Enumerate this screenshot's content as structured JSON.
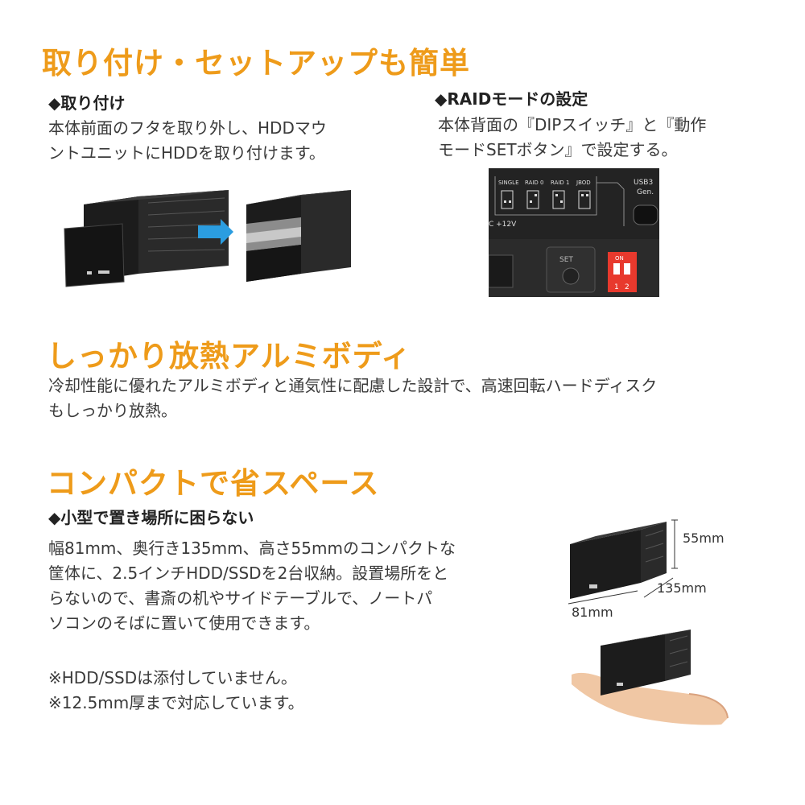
{
  "section1": {
    "title": "取り付け・セットアップも簡単",
    "install": {
      "heading": "◆取り付け",
      "body": "本体前面のフタを取り外し、HDDマウ\nントユニットにHDDを取り付けます。"
    },
    "raid": {
      "heading": "◆RAIDモードの設定",
      "body": "本体背面の『DIPスイッチ』と『動作\nモードSETボタン』で設定する。",
      "panel": {
        "labels": [
          "SINGLE",
          "RAID 0",
          "RAID 1",
          "JBOD"
        ],
        "usb": "USB3",
        "usb2": "Gen.",
        "power": "C +12V",
        "set": "SET",
        "on": "ON",
        "n1": "1",
        "n2": "2"
      }
    }
  },
  "section2": {
    "title": "しっかり放熱アルミボディ",
    "body": "冷却性能に優れたアルミボディと通気性に配慮した設計で、高速回転ハードディスク\nもしっかり放熱。"
  },
  "section3": {
    "title": "コンパクトで省スペース",
    "heading": "◆小型で置き場所に困らない",
    "body": "幅81mm、奥行き135mm、高さ55mmのコンパクトな\n筐体に、2.5インチHDD/SSDを2台収納。設置場所をと\nらないので、書斎の机やサイドテーブルで、ノートパ\nソコンのそばに置いて使用できます。",
    "notes": "※HDD/SSDは添付していません。\n※12.5mm厚まで対応しています。",
    "dims": {
      "height": "55mm",
      "depth": "135mm",
      "width": "81mm"
    }
  },
  "colors": {
    "accent": "#ee9b1a",
    "arrow": "#2b9de0",
    "switch": "#e8392d"
  }
}
